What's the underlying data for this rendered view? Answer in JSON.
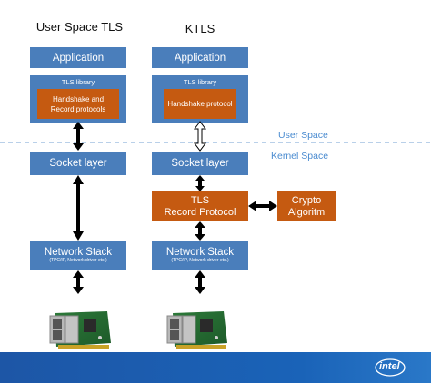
{
  "left_column": {
    "title": "User Space TLS",
    "application": "Application",
    "tls_library": "TLS library",
    "protocols": [
      "Handshake and",
      "Record protocols"
    ],
    "socket_layer": "Socket layer",
    "network_stack": "Network Stack",
    "network_stack_sub": "(TPC/IP, Network driver etc.)"
  },
  "right_column": {
    "title": "KTLS",
    "application": "Application",
    "tls_library": "TLS library",
    "protocols": "Handshake protocol",
    "socket_layer": "Socket layer",
    "record_protocol": [
      "TLS",
      "Record Protocol"
    ],
    "network_stack": "Network Stack",
    "network_stack_sub": "(TPC/IP, Network driver etc.)"
  },
  "crypto": [
    "Crypto",
    "Algoritm"
  ],
  "user_space_label": "User Space",
  "kernel_space_label": "Kernel Space",
  "logo_text": "intel",
  "colors": {
    "blue_box": "#4a7ebb",
    "orange_box": "#c55a11",
    "space_label": "#4a8bd0",
    "footer": "#1d56a6"
  }
}
